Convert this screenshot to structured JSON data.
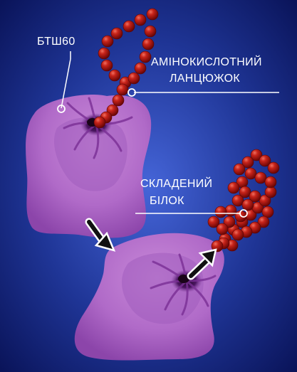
{
  "labels": {
    "chaperone": "БТШ60",
    "chain_line1": "АМІНОКИСЛОТНИЙ",
    "chain_line2": "ЛАНЦЮЖОК",
    "folded_line1": "СКЛАДЕНИЙ",
    "folded_line2": "БІЛОК"
  },
  "colors": {
    "background_center": "#3c5bd0",
    "background_edge": "#0a145a",
    "cell_fill": "#c07ad0",
    "cell_dark": "#8a3da4",
    "bead": "#b3160f"
  }
}
